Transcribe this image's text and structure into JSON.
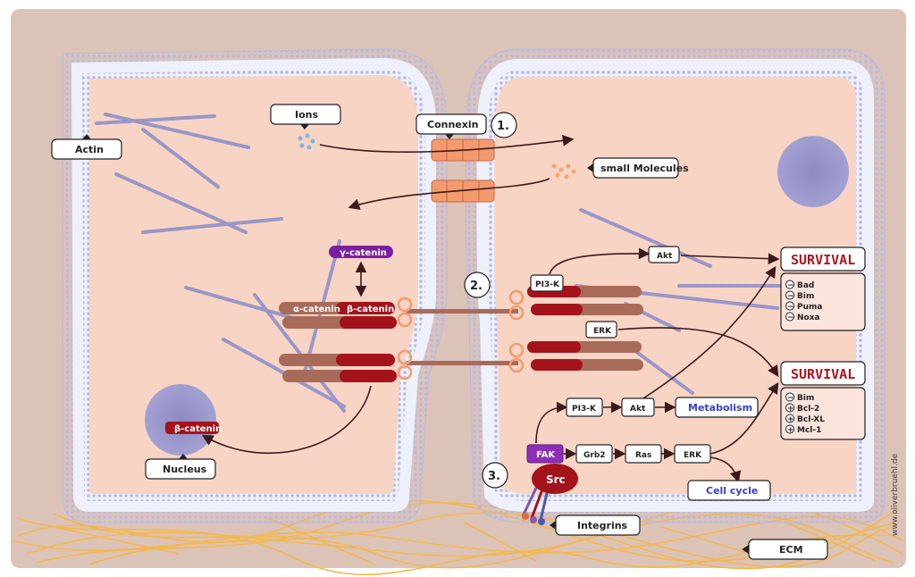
{
  "labels": {
    "actin": "Actin",
    "ions": "Ions",
    "connexin": "Connexin",
    "small_molecules": "small Molecules",
    "gamma_catenin": "γ-catenin",
    "alpha_catenin": "α-catenin",
    "beta_catenin": "β-catenin",
    "nucleus_beta_catenin": "β-catenin",
    "nucleus": "Nucleus",
    "pi3k_top": "PI3-K",
    "akt_top": "Akt",
    "erk_mid": "ERK",
    "pi3k_bottom": "PI3-K",
    "akt_bottom": "Akt",
    "metabolism": "Metabolism",
    "fak": "FAK",
    "grb2": "Grb2",
    "ras": "Ras",
    "erk_bottom": "ERK",
    "cell_cycle": "Cell cycle",
    "src": "Src",
    "integrins": "Integrins",
    "ecm": "ECM"
  },
  "steps": [
    "1.",
    "2.",
    "3."
  ],
  "survival_panels": [
    {
      "title": "SURVIVAL",
      "items": [
        {
          "sign": "−",
          "text": "Bad"
        },
        {
          "sign": "−",
          "text": "Bim"
        },
        {
          "sign": "−",
          "text": "Puma"
        },
        {
          "sign": "−",
          "text": "Noxa"
        }
      ]
    },
    {
      "title": "SURVIVAL",
      "items": [
        {
          "sign": "−",
          "text": "Bim"
        },
        {
          "sign": "+",
          "text": "Bcl-2"
        },
        {
          "sign": "+",
          "text": "Bcl-XL"
        },
        {
          "sign": "+",
          "text": "Mcl-1"
        }
      ]
    }
  ],
  "watermark": "www.oliverbruehl.de",
  "colors": {
    "background": "#dcc3b8",
    "cytoplasm": "#f7d4c4",
    "membrane": "#eef0fb",
    "membrane_dots": "#b7b9e2",
    "actin": "#9a96c8",
    "connexin": "#f39a6e",
    "catenin_dark": "#a4121a",
    "catenin_light": "#a86b5a",
    "gamma_catenin": "#7b1fa2",
    "fak": "#8e2fb8",
    "src": "#a4121a",
    "ecm": "#f2b84f",
    "survival_red": "#b3141c",
    "link_blue": "#3a3fc8"
  }
}
